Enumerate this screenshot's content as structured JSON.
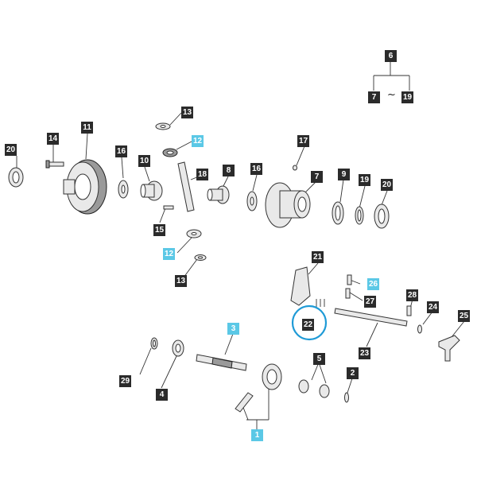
{
  "colors": {
    "label_default": "#2b2b2b",
    "label_highlight": "#5bc8e6",
    "callout_circle": "#1e9ad6"
  },
  "labels": {
    "p1": {
      "text": "1",
      "highlight": true
    },
    "p2": {
      "text": "2",
      "highlight": false
    },
    "p3": {
      "text": "3",
      "highlight": true
    },
    "p4": {
      "text": "4",
      "highlight": false
    },
    "p5": {
      "text": "5",
      "highlight": false
    },
    "p6": {
      "text": "6",
      "highlight": false
    },
    "p7a": {
      "text": "7",
      "highlight": false
    },
    "p7b": {
      "text": "7",
      "highlight": false
    },
    "p8": {
      "text": "8",
      "highlight": false
    },
    "p9": {
      "text": "9",
      "highlight": false
    },
    "p10": {
      "text": "10",
      "highlight": false
    },
    "p11": {
      "text": "11",
      "highlight": false
    },
    "p12a": {
      "text": "12",
      "highlight": true
    },
    "p12b": {
      "text": "12",
      "highlight": true
    },
    "p13a": {
      "text": "13",
      "highlight": false
    },
    "p13b": {
      "text": "13",
      "highlight": false
    },
    "p14": {
      "text": "14",
      "highlight": false
    },
    "p15": {
      "text": "15",
      "highlight": false
    },
    "p16a": {
      "text": "16",
      "highlight": false
    },
    "p16b": {
      "text": "16",
      "highlight": false
    },
    "p17": {
      "text": "17",
      "highlight": false
    },
    "p18": {
      "text": "18",
      "highlight": false
    },
    "p19a": {
      "text": "19",
      "highlight": false
    },
    "p19b": {
      "text": "19",
      "highlight": false
    },
    "p20a": {
      "text": "20",
      "highlight": false
    },
    "p20b": {
      "text": "20",
      "highlight": false
    },
    "p21": {
      "text": "21",
      "highlight": false
    },
    "p22": {
      "text": "22",
      "highlight": false
    },
    "p23": {
      "text": "23",
      "highlight": false
    },
    "p24": {
      "text": "24",
      "highlight": false
    },
    "p25": {
      "text": "25",
      "highlight": false
    },
    "p26": {
      "text": "26",
      "highlight": true
    },
    "p27": {
      "text": "27",
      "highlight": false
    },
    "p28": {
      "text": "28",
      "highlight": false
    },
    "p29": {
      "text": "29",
      "highlight": false
    }
  },
  "range_symbol": "~"
}
